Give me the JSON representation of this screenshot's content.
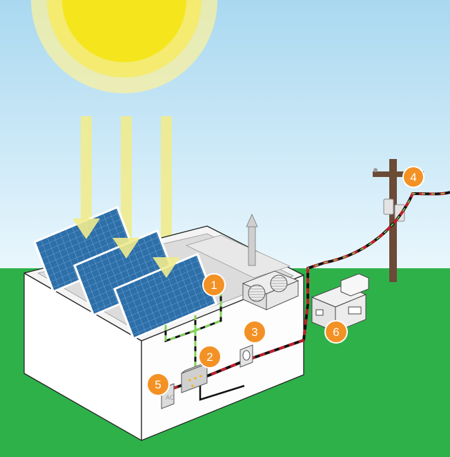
{
  "colors": {
    "sky_top": "#a9d8f0",
    "sky_bottom": "#eaf7fd",
    "grass": "#2fb14a",
    "sun": "#f5e51c",
    "sun_glow": "#f9f0a0",
    "sun_rays": "#f1ec8e",
    "panel": "#2b6ea8",
    "building": "#ffffff",
    "badge": "#f39124",
    "wire_dc": "#7fd257",
    "wire_ac": "#c0202a",
    "pole": "#6b4a36"
  },
  "badges": [
    {
      "number": "1"
    },
    {
      "number": "2"
    },
    {
      "number": "3"
    },
    {
      "number": "4"
    },
    {
      "number": "5"
    },
    {
      "number": "6"
    }
  ],
  "labels": {
    "ac_box": "AC"
  },
  "icons": [
    "sun-icon",
    "solar-panel-icon",
    "inverter-icon",
    "meter-icon",
    "utility-pole-icon",
    "transformer-icon",
    "ac-disconnect-icon",
    "hvac-fan-icon"
  ]
}
